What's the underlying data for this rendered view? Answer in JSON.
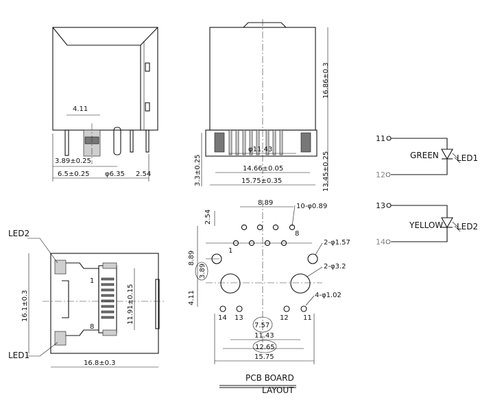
{
  "top_left": {
    "dims": [
      "4.11",
      "3.89±0.25",
      "6.5±0.25",
      "φ6.35",
      "2.54"
    ]
  },
  "top_right": {
    "dims": [
      "φ11.43",
      "14.66±0.05",
      "15.75±0.35",
      "3.3±0.25",
      "13.45±0.25",
      "16.86±0.3"
    ]
  },
  "led_schematic": {
    "pins": [
      "11",
      "12",
      "13",
      "14"
    ],
    "colors": [
      "GREEN",
      "YELLOW"
    ],
    "leds": [
      "LED1",
      "LED2"
    ]
  },
  "front_view": {
    "labels": [
      "LED2",
      "LED1"
    ],
    "pins": [
      "1",
      "8"
    ],
    "dims": [
      "16.1±0.3",
      "11.91±0.15",
      "16.8±0.3"
    ]
  },
  "pcb_layout": {
    "dims": [
      "8.89",
      "10-φ0.89",
      "2.54",
      "8.89",
      "3.89",
      "4.11",
      "2-φ1.57",
      "2-φ3.2",
      "4-φ1.02",
      "7.57",
      "11.43",
      "12.65",
      "15.75"
    ],
    "pins": [
      "1",
      "8",
      "14",
      "13",
      "12",
      "11"
    ],
    "title": [
      "PCB BOARD",
      "LAYOUT"
    ]
  }
}
